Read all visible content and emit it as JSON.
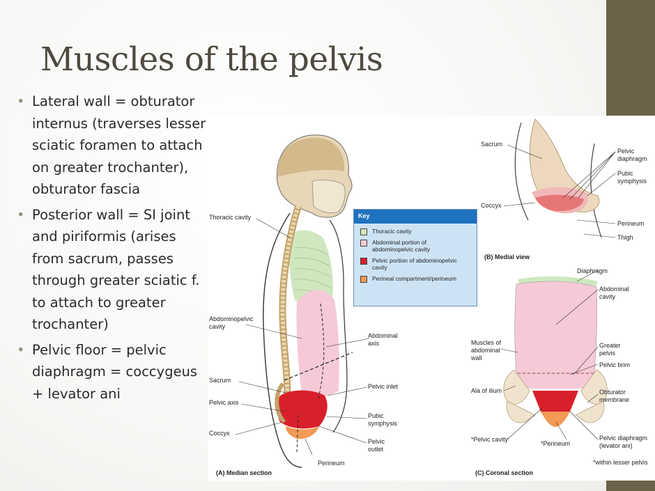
{
  "slide": {
    "title": "Muscles of the pelvis",
    "bullets": [
      "Lateral wall = obturator internus (traverses lesser sciatic foramen to attach on greater trochanter), obturator fascia",
      "Posterior wall = SI joint and piriformis (arises from sacrum, passes through greater sciatic f. to attach to greater trochanter)",
      "Pelvic floor = pelvic diaphragm = coccygeus + levator ani"
    ],
    "accent_color": "#6c6249"
  },
  "figure": {
    "median_labels": {
      "thoracic_cavity": "Thoracic cavity",
      "abdominopelvic_1": "Abdominopelvic",
      "abdominopelvic_2": "cavity",
      "sacrum": "Sacrum",
      "pelvic_axis": "Pelvic axis",
      "coccyx": "Coccyx",
      "abdominal_axis_1": "Abdominal",
      "abdominal_axis_2": "axis",
      "pelvic_inlet": "Pelvic inlet",
      "pubic_symphysis_1": "Pubic",
      "pubic_symphysis_2": "symphysis",
      "pelvic_outlet_1": "Pelvic",
      "pelvic_outlet_2": "outlet",
      "perineum": "Perineum",
      "caption": "(A) Median section"
    },
    "key": {
      "title": "Key",
      "items": [
        {
          "label_1": "Thoracic cavity",
          "label_2": "",
          "color": "#cfe7bf"
        },
        {
          "label_1": "Abdominal portion of",
          "label_2": "abdominopelvic cavity",
          "color": "#f6c9d7"
        },
        {
          "label_1": "Pelvic portion of abdominopelvic",
          "label_2": "cavity",
          "color": "#d8202a"
        },
        {
          "label_1": "Perineal compartment/perineum",
          "label_2": "",
          "color": "#f39a55"
        }
      ]
    },
    "medial_labels": {
      "sacrum": "Sacrum",
      "coccyx": "Coccyx",
      "pelvic_diaphragm_1": "Pelvic",
      "pelvic_diaphragm_2": "diaphragm",
      "pubic_symphysis_1": "Pubic",
      "pubic_symphysis_2": "symphysis",
      "perineum": "Perineum",
      "thigh": "Thigh",
      "caption": "(B) Medial view"
    },
    "coronal_labels": {
      "diaphragm": "Diaphragm",
      "abdominal_cavity_1": "Abdominal",
      "abdominal_cavity_2": "cavity",
      "muscles_wall_1": "Muscles of",
      "muscles_wall_2": "abdominal",
      "muscles_wall_3": "wall",
      "greater_pelvis_1": "Greater",
      "greater_pelvis_2": "pelvis",
      "pelvic_brim": "Pelvic brim",
      "ala_of_ilium": "Ala of ilium",
      "obturator_membrane_1": "Obturator",
      "obturator_membrane_2": "membrane",
      "pelvic_cavity": "*Pelvic cavity",
      "perineum": "*Perineum",
      "pelvic_diaphragm_1": "Pelvic diaphragm",
      "pelvic_diaphragm_2": "(levator ani)",
      "footnote": "*within lesser pelvis",
      "caption": "(C) Coronal section"
    }
  }
}
